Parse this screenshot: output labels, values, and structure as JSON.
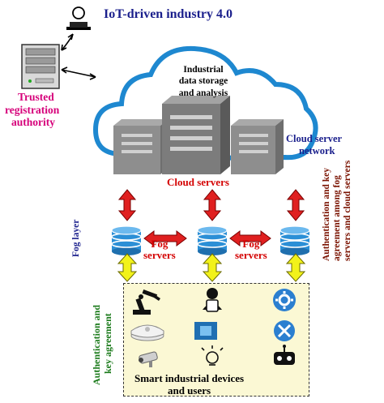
{
  "title": "IoT-driven industry 4.0",
  "cloud": {
    "storage_label_line1": "Industrial",
    "storage_label_line2": "data storage",
    "storage_label_line3": "and analysis",
    "network_label_line1": "Cloud server",
    "network_label_line2": "network",
    "servers_label": "Cloud servers"
  },
  "authority": {
    "label_line1": "Trusted",
    "label_line2": "registration",
    "label_line3": "authority"
  },
  "fog": {
    "layer_label": "Fog layer",
    "servers_label_left_line1": "Fog",
    "servers_label_left_line2": "servers",
    "servers_label_right_line1": "Fog",
    "servers_label_right_line2": "servers",
    "auth_label_line1": "Authentication and key",
    "auth_label_line2": "agreement among fog",
    "auth_label_line3": "servers and cloud servers"
  },
  "devices": {
    "auth_label_line1": "Authentication and",
    "auth_label_line2": "key agreement",
    "label_line1": "Smart industrial devices",
    "label_line2": "and users",
    "icons": [
      "robot-arm-icon",
      "user-phone-icon",
      "gear-icon",
      "smoke-detector-icon",
      "chip-icon",
      "tools-icon",
      "security-camera-icon",
      "lightbulb-icon",
      "robot-icon"
    ]
  },
  "colors": {
    "title": "#1a1f8c",
    "trusted": "#d6007a",
    "cloud_arrow": "#e02020",
    "fog_arrow": "#f2f21a",
    "database": "#2b8fd6",
    "device_box": "#fbf8d4"
  }
}
